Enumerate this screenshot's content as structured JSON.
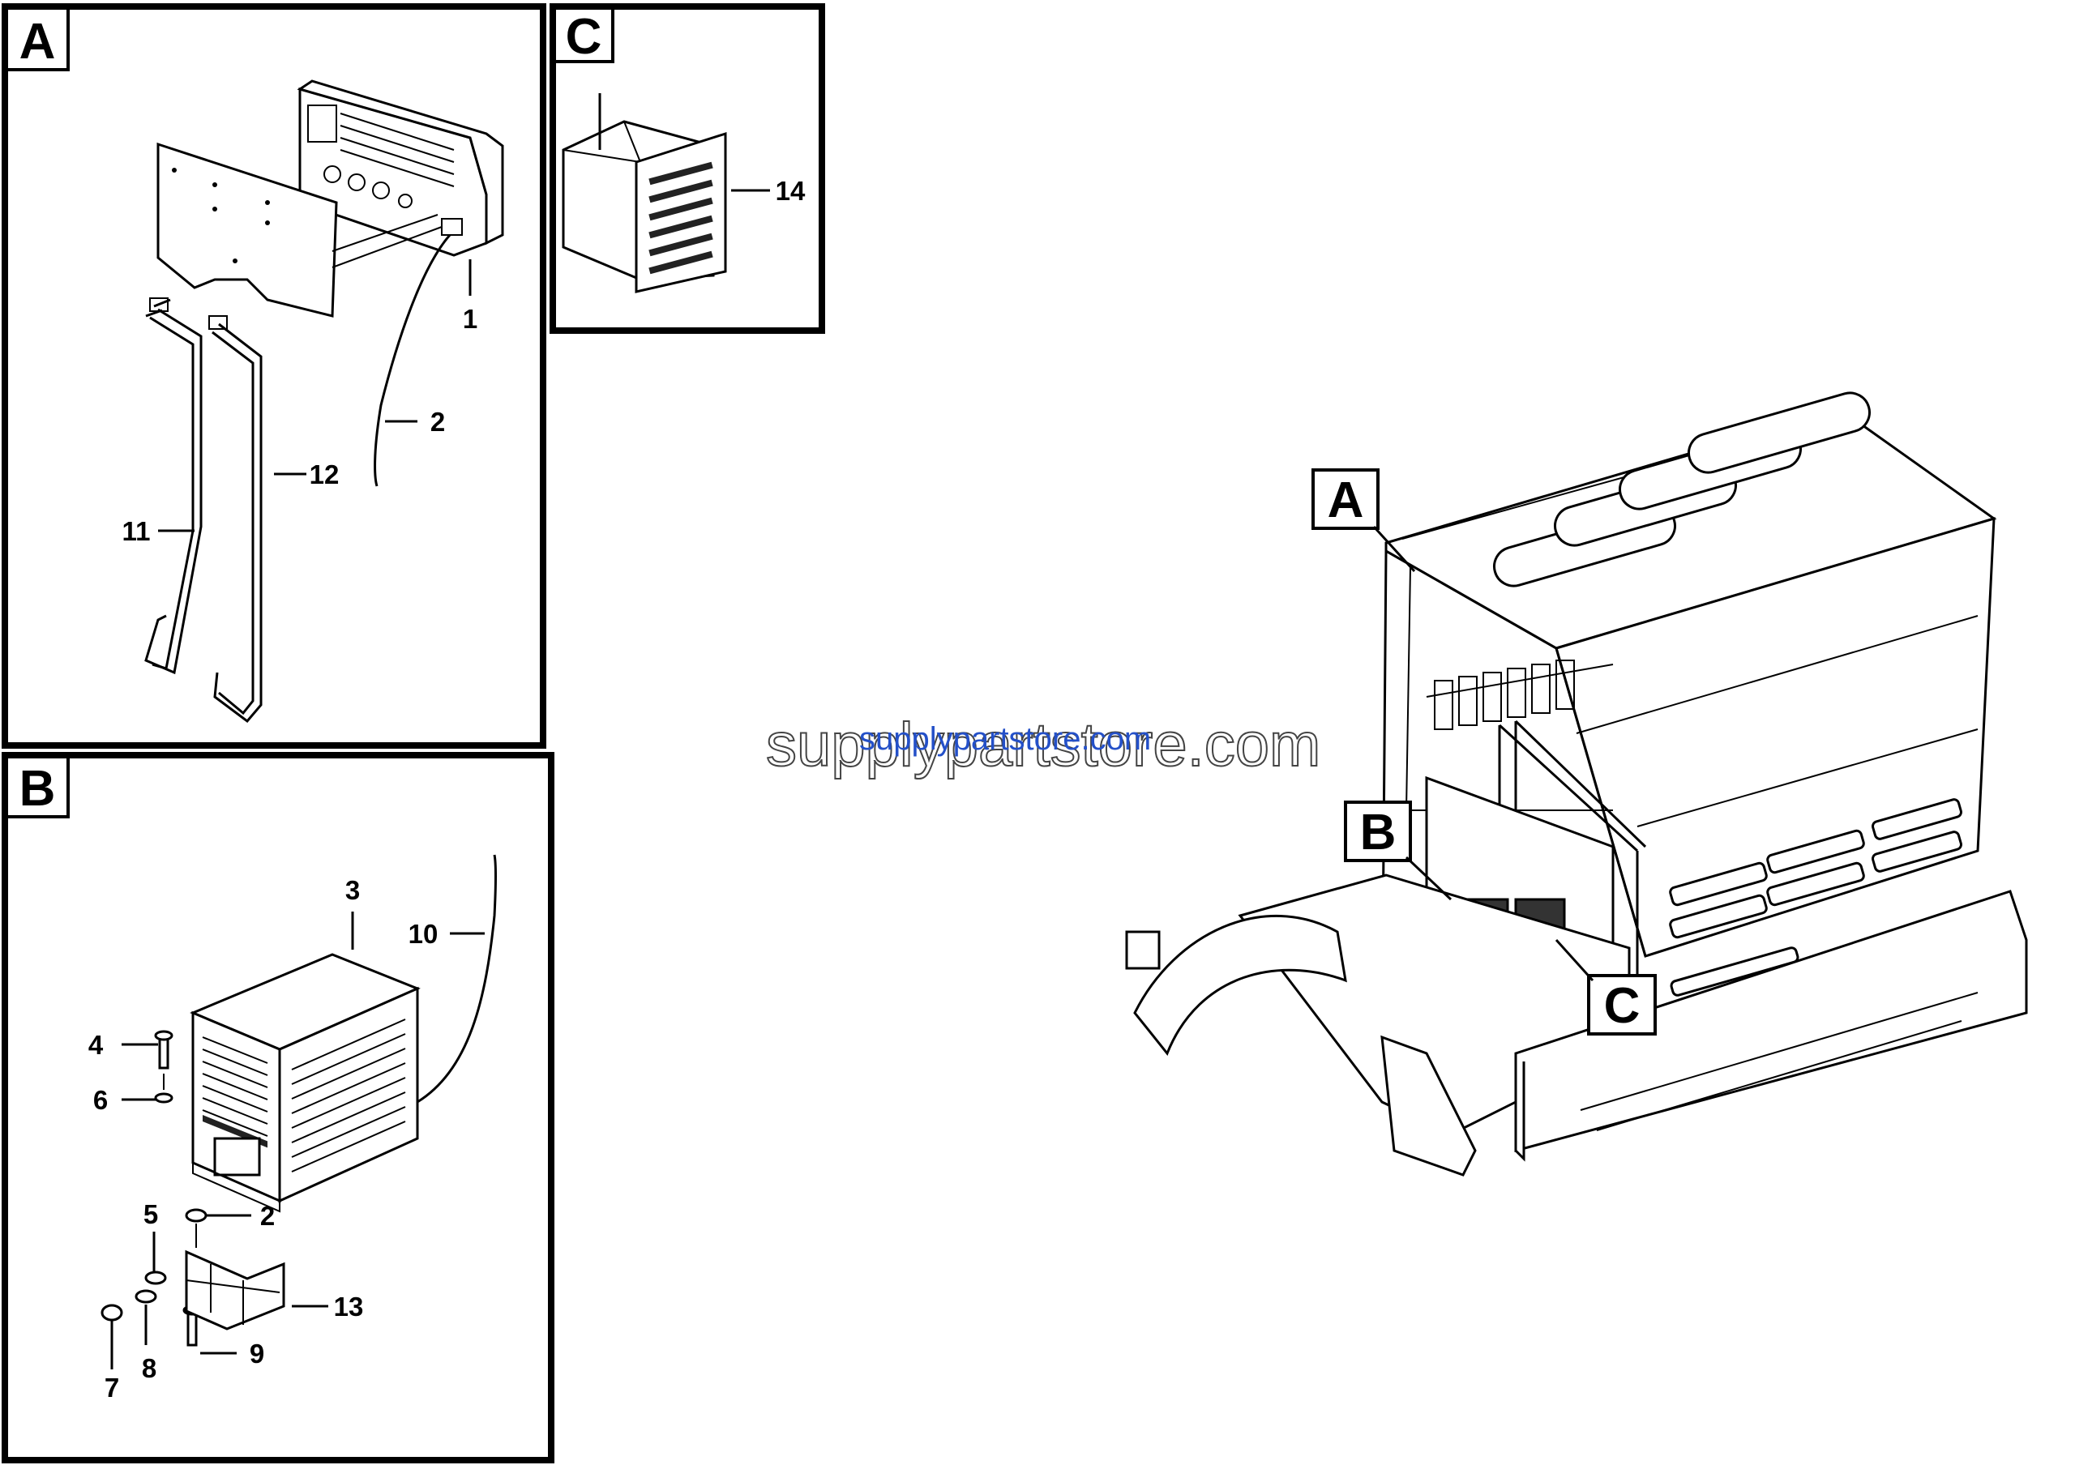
{
  "panels": {
    "A": {
      "tag": "A"
    },
    "B": {
      "tag": "B"
    },
    "C": {
      "tag": "C"
    }
  },
  "overview_tags": [
    "A",
    "B",
    "C"
  ],
  "callouts": {
    "p1": "1",
    "p2a": "2",
    "p12": "12",
    "p11": "11",
    "p3": "3",
    "p10": "10",
    "p4": "4",
    "p6": "6",
    "p5": "5",
    "p2b": "2",
    "p13": "13",
    "p7": "7",
    "p8": "8",
    "p9": "9",
    "p14": "14"
  },
  "watermark": "supplypartstore.com",
  "colors": {
    "line": "#000000",
    "background": "#ffffff",
    "watermark_overlay": "#2450c8"
  }
}
